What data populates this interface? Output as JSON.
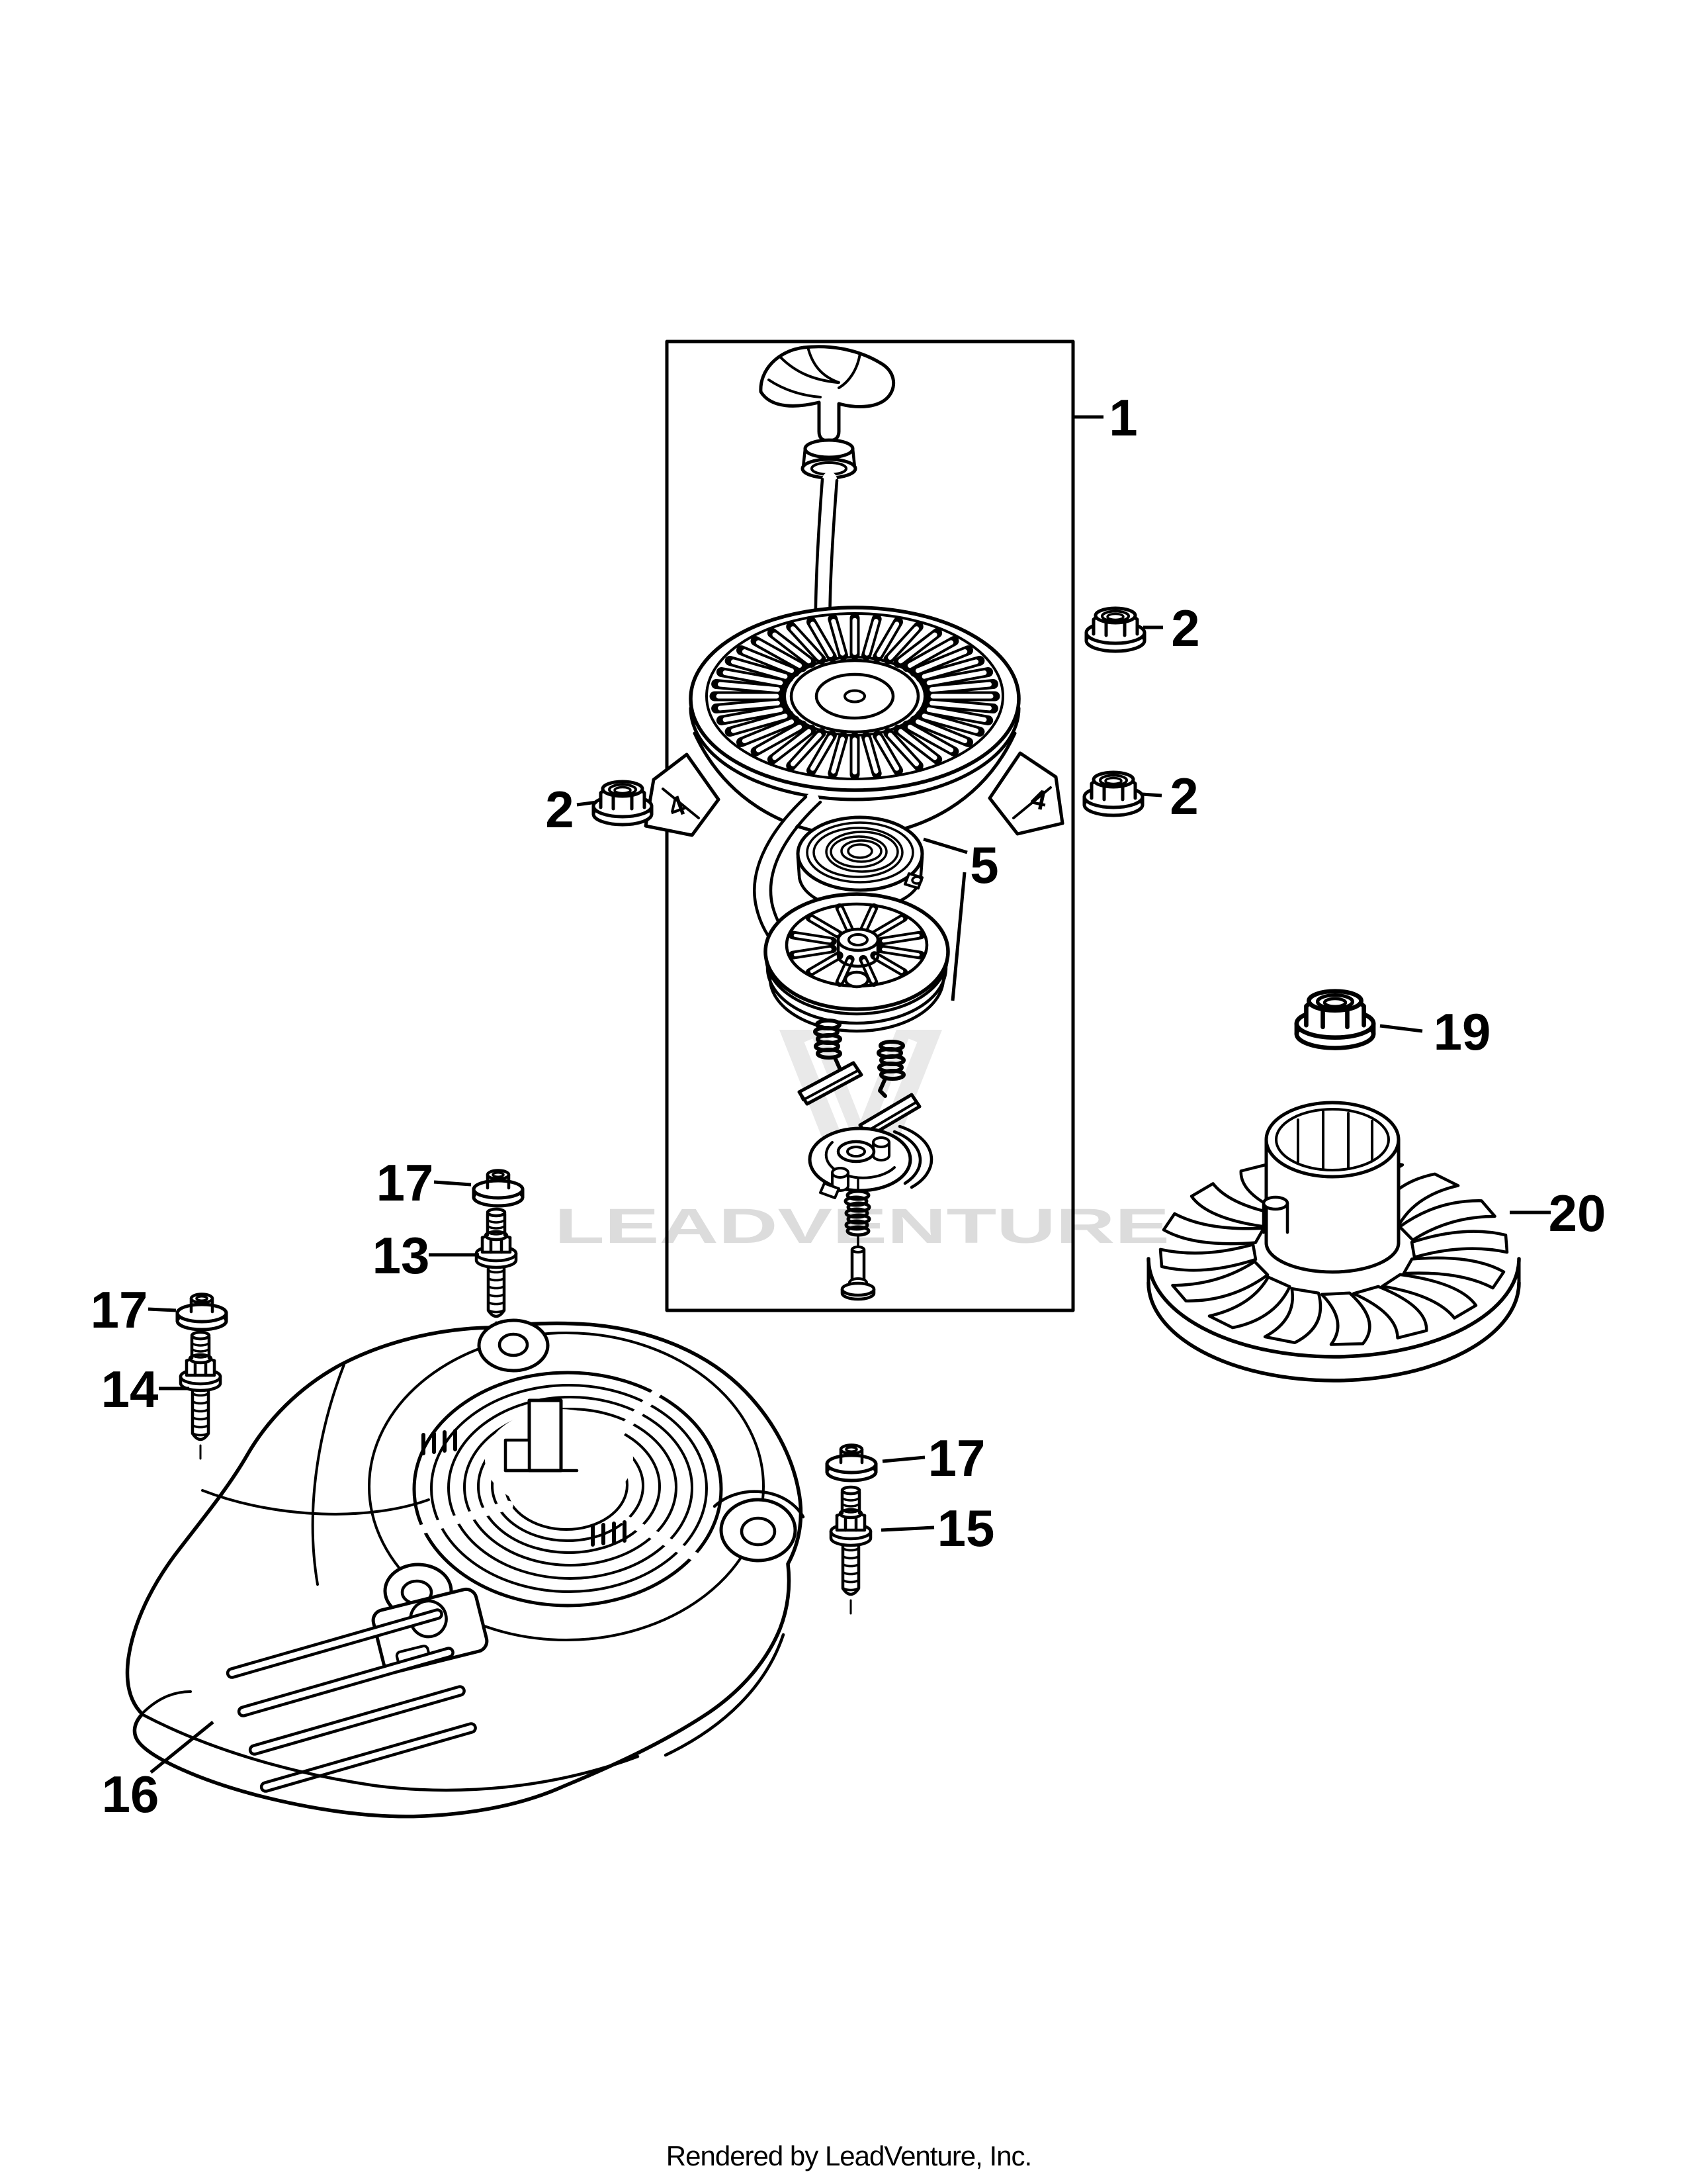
{
  "page": {
    "background": "#ffffff",
    "ink": "#000000"
  },
  "watermark": {
    "text": "LEADVENTURE",
    "color": "#dcdcdc",
    "logo": "leadventure-v-mark",
    "logo_color": "#e9e9e9"
  },
  "footer": {
    "text": "Rendered by LeadVenture, Inc."
  },
  "diagram": {
    "type": "exploded-parts-diagram",
    "callouts": {
      "p1": "1",
      "p2": "2",
      "p5": "5",
      "p13": "13",
      "p14": "14",
      "p15": "15",
      "p16": "16",
      "p17": "17",
      "p19": "19",
      "p20": "20"
    },
    "cast_mark": "4"
  }
}
